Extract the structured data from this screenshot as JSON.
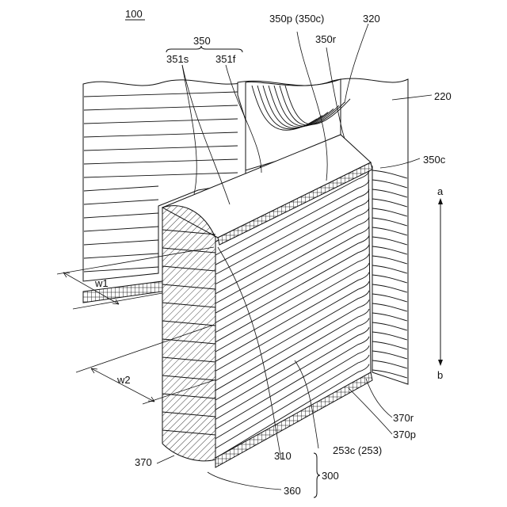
{
  "figure": {
    "reference": "100",
    "labels": {
      "l350": "350",
      "l351s": "351s",
      "l351f": "351f",
      "l350p": "350p (350c)",
      "l350r": "350r",
      "l320": "320",
      "l220": "220",
      "l350c": "350c",
      "la": "a",
      "lb": "b",
      "lw1": "w1",
      "lw2": "w2",
      "l370r": "370r",
      "l370p": "370p",
      "l253c": "253c (253)",
      "l310": "310",
      "l300": "300",
      "l370": "370",
      "l360": "360"
    }
  }
}
